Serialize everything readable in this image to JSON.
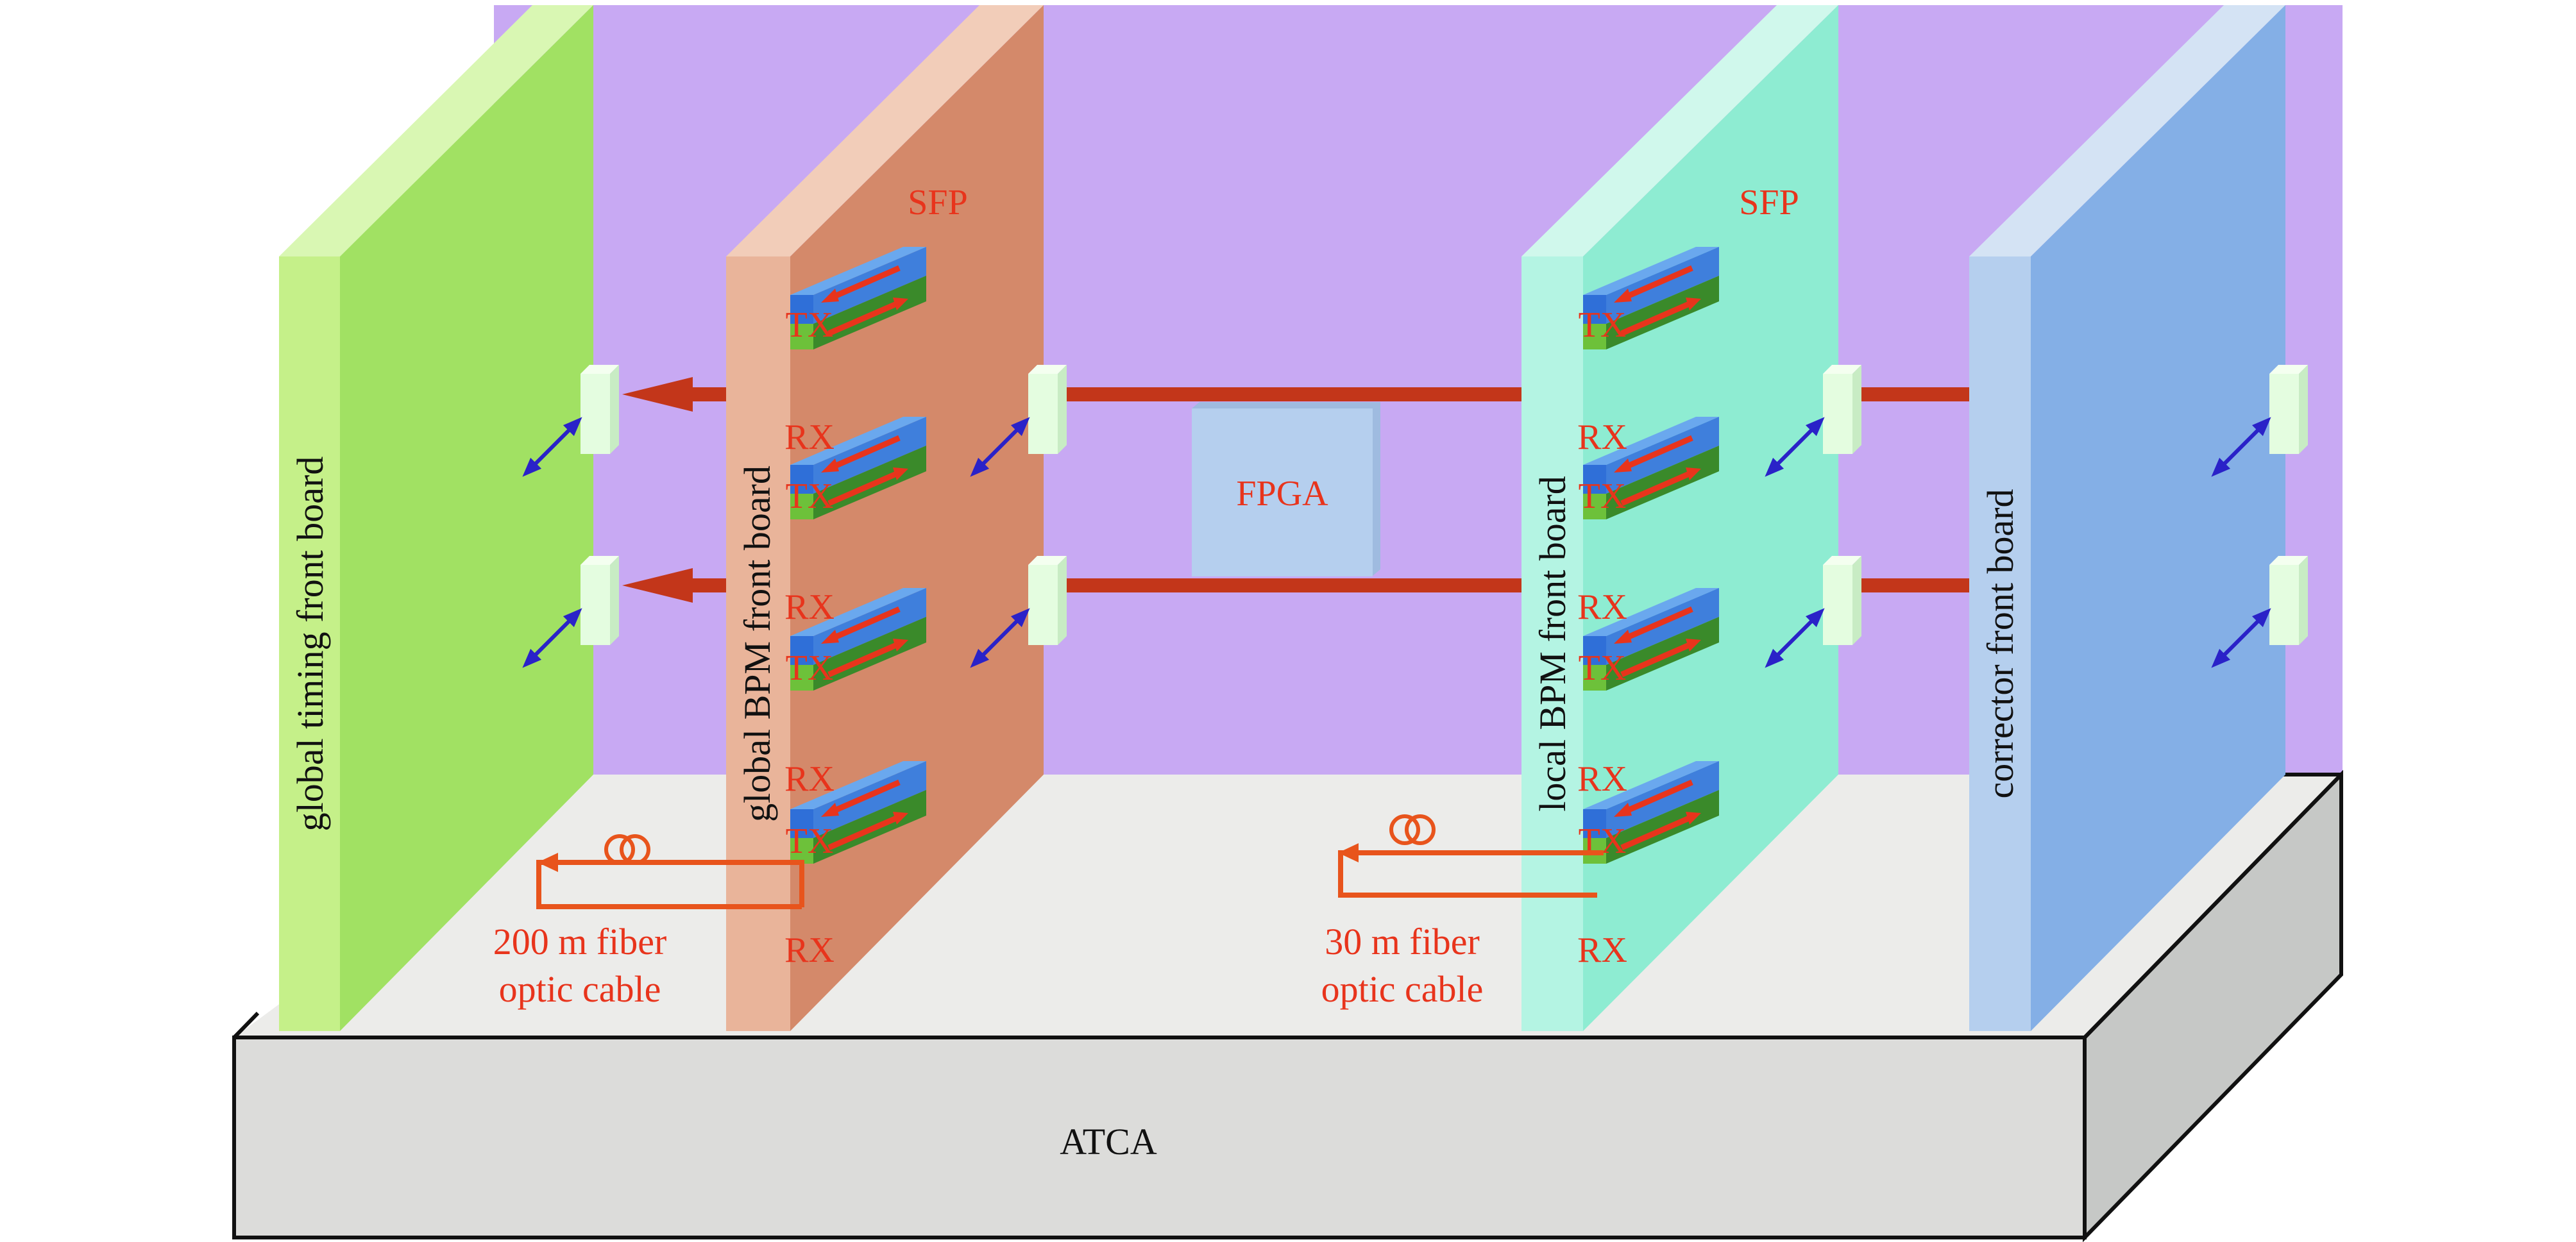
{
  "labels": {
    "base": "ATCA",
    "fpga": "FPGA",
    "sfp_left": "SFP",
    "sfp_right": "SFP",
    "tx": "TX",
    "rx": "RX"
  },
  "boards": [
    {
      "id": "timing",
      "label": "global timing front board",
      "face_color": "#a1e163",
      "side_color": "#c5f089",
      "top_color": "#d9f7b3"
    },
    {
      "id": "global_bpm",
      "label": "global BPM front board",
      "face_color": "#d4896a",
      "side_color": "#e9b49a",
      "top_color": "#f2cdb9"
    },
    {
      "id": "local_bpm",
      "label": "local BPM front board",
      "face_color": "#8eecd2",
      "side_color": "#b4f4e3",
      "top_color": "#d0f8ec"
    },
    {
      "id": "corrector",
      "label": "corrector front board",
      "face_color": "#84afe6",
      "side_color": "#b5cfee",
      "top_color": "#d4e3f4"
    }
  ],
  "cables": [
    {
      "id": "cable_global",
      "line1": "200 m fiber",
      "line2": "optic cable"
    },
    {
      "id": "cable_local",
      "line1": "30 m fiber",
      "line2": "optic cable"
    }
  ],
  "colors": {
    "backplane": "#c8a9f3",
    "base_top": "#ececea",
    "base_front": "#dcdcda",
    "base_side": "#c6c8c6",
    "link_red": "#c3361a",
    "label_red": "#e8341c",
    "bidir_blue": "#2a22c8",
    "connector": "#e4fde0",
    "fpga": "#b5cfee"
  }
}
